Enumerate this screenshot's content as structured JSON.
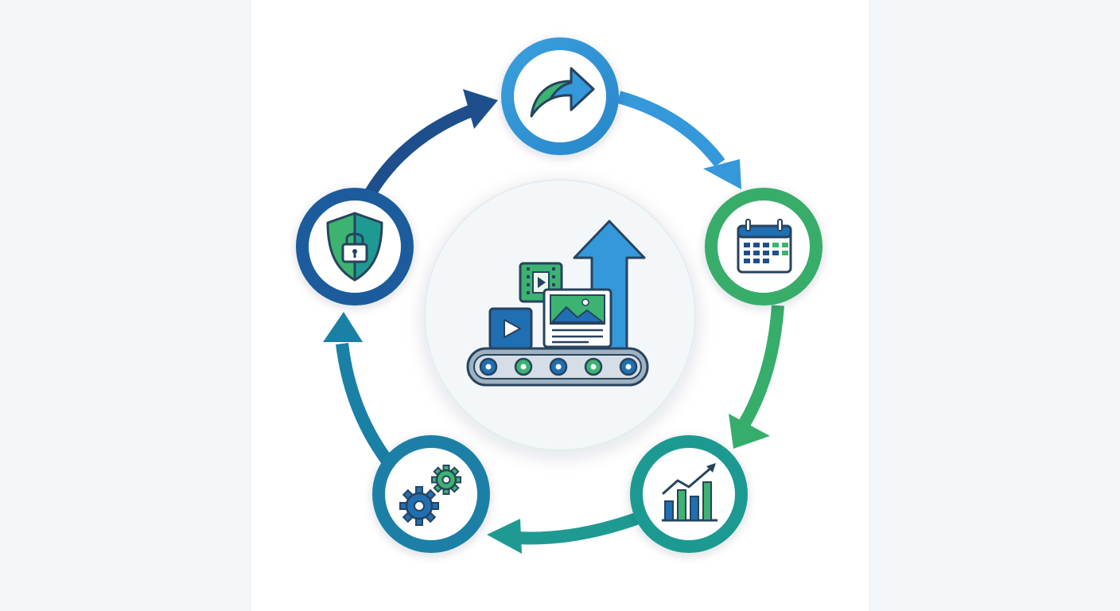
{
  "diagram": {
    "title": "",
    "center": {
      "icon": "content-pipeline-growth-icon",
      "items": [
        "video-clip-icon",
        "video-play-icon",
        "image-document-icon",
        "growth-arrow-icon",
        "conveyor-belt-icon"
      ]
    },
    "nodes": [
      {
        "id": "share",
        "icon": "share-arrow-icon",
        "ring_color": "#2f96d6"
      },
      {
        "id": "schedule",
        "icon": "calendar-icon",
        "ring_color": "#37ad6b"
      },
      {
        "id": "analytics",
        "icon": "bar-chart-growth-icon",
        "ring_color": "#1f9a92"
      },
      {
        "id": "automation",
        "icon": "gears-icon",
        "ring_color": "#1a80a6"
      },
      {
        "id": "security",
        "icon": "shield-lock-icon",
        "ring_color": "#1d5c9c"
      }
    ],
    "cycle_direction": "clockwise",
    "colors": {
      "navy": "#1e4f8c",
      "blue": "#3498db",
      "green": "#3cb371",
      "teal": "#1a8a96",
      "outline": "#27435e",
      "node_fill": "#ffffff",
      "center_fill": "#f4f7f9"
    }
  }
}
